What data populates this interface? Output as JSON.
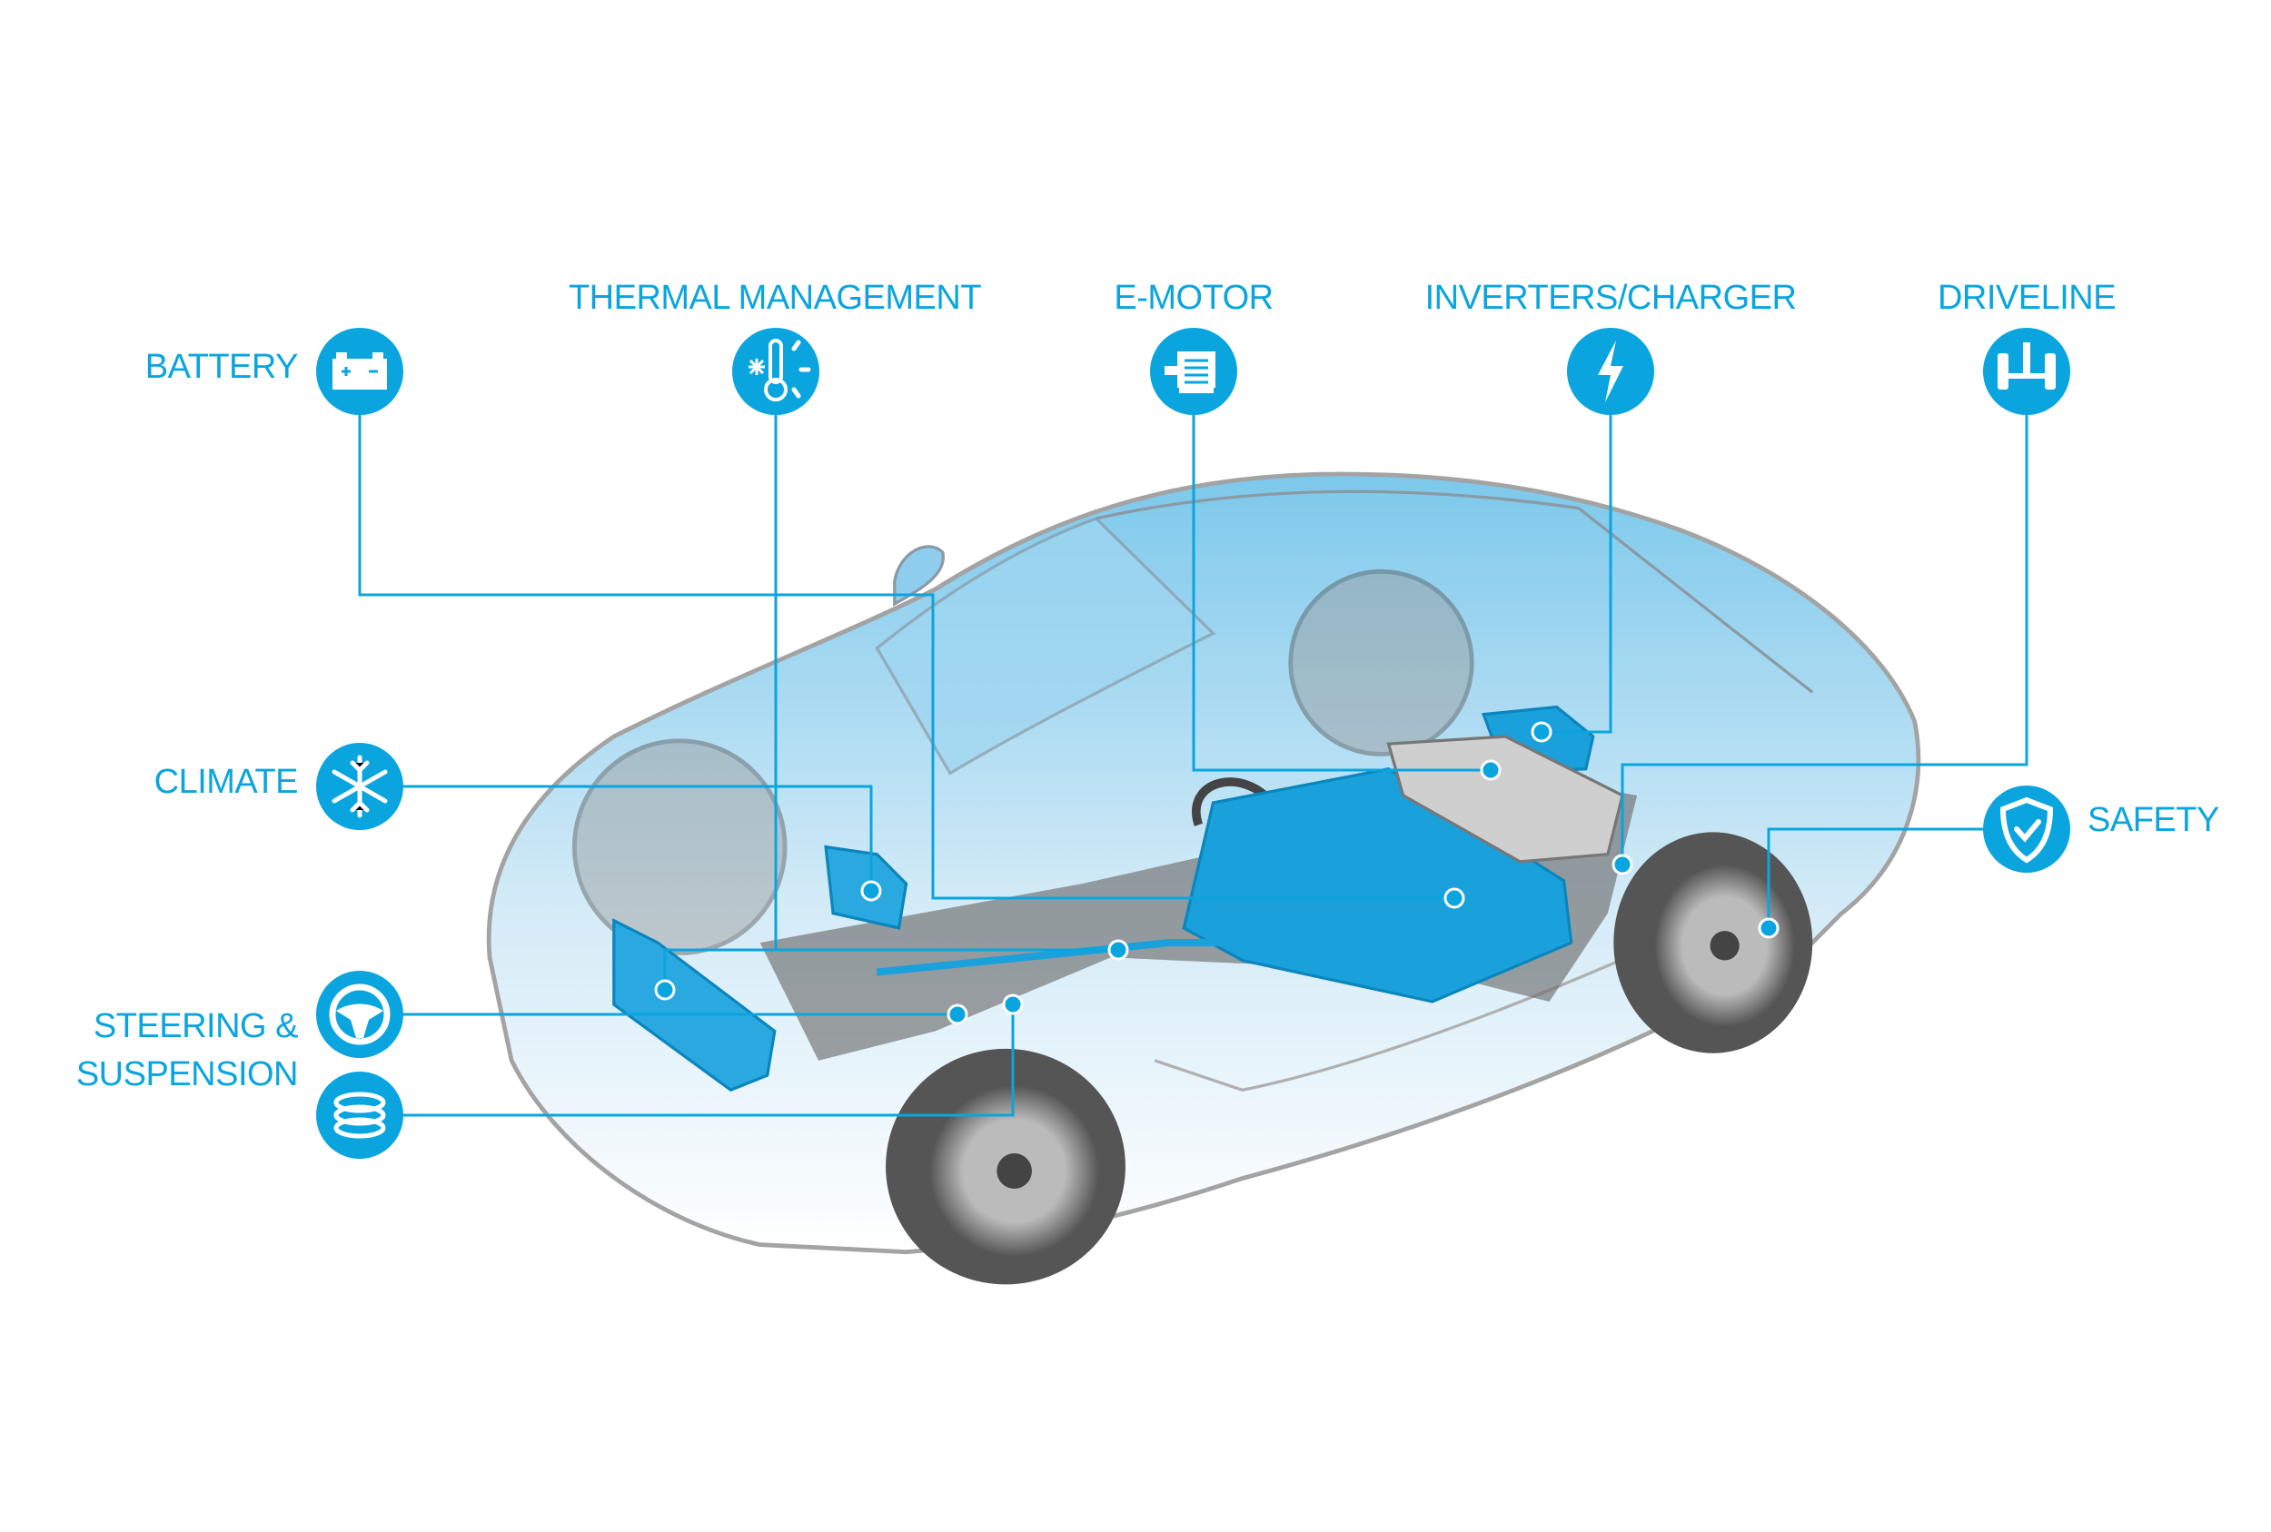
{
  "accent_color": "#0aa5de",
  "components": {
    "battery": {
      "label": "BATTERY",
      "icon": "battery-icon"
    },
    "thermal": {
      "label": "THERMAL MANAGEMENT",
      "icon": "thermometer-snowflake-sun-icon"
    },
    "emotor": {
      "label": "E-MOTOR",
      "icon": "electric-motor-icon"
    },
    "inverters": {
      "label": "INVERTERS/CHARGER",
      "icon": "lightning-bolt-icon"
    },
    "driveline": {
      "label": "DRIVELINE",
      "icon": "axle-icon"
    },
    "climate": {
      "label": "CLIMATE",
      "icon": "snowflake-icon"
    },
    "steering": {
      "label_line1": "STEERING &",
      "label_line2": "SUSPENSION",
      "icon": "steering-wheel-icon",
      "icon2": "coil-spring-icon"
    },
    "safety": {
      "label": "SAFETY",
      "icon": "shield-check-icon"
    }
  }
}
